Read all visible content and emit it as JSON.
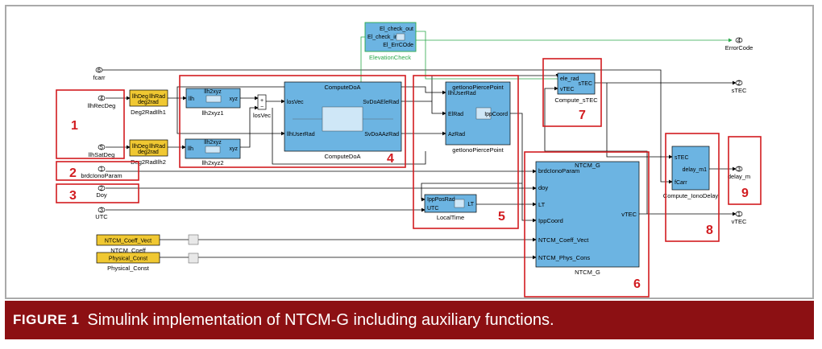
{
  "ports": {
    "fcarr_num": "6",
    "fcarr": "fcarr",
    "llhRecDeg_num": "4",
    "llhRecDeg": "llhRecDeg",
    "llhSatDeg_num": "5",
    "llhSatDeg": "llhSatDeg",
    "brdcIonoParam_num": "1",
    "brdcIonoParam": "brdcIonoParam",
    "Doy_num": "2",
    "Doy": "Doy",
    "UTC_num": "3",
    "UTC": "UTC",
    "ErrorCode_num": "4",
    "ErrorCode": "ErrorCode",
    "sTEC_num": "2",
    "sTEC": "sTEC",
    "delay_m_num": "3",
    "delay_m": "delay_m",
    "vTEC_num": "1",
    "vTEC": "vTEC"
  },
  "blocks": {
    "deg2rad": {
      "in": "llhDeg",
      "out": "llhRad",
      "mid": "deg2rad",
      "name1": "Deg2RadIlh1",
      "name2": "Deg2RadIlh2"
    },
    "llh2xyz": {
      "title": "llh2xyz",
      "in": "llh",
      "out": "xyz",
      "name1": "llh2xyz1",
      "name2": "llh2xyz2"
    },
    "losVec": {
      "name": "losVec"
    },
    "computeDoA": {
      "title": "ComputeDoA",
      "in1": "losVec",
      "in2": "llhUserRad",
      "out1": "SvDoAEleRad",
      "out2": "SvDoAAzRad",
      "name": "ComputeDoA"
    },
    "elevationCheck": {
      "in": "El_check_in",
      "out1": "El_check_out",
      "out2": "El_ErrCOde",
      "name": "ElevationCheck"
    },
    "ipp": {
      "title": "getIonoPiercePoint",
      "in1": "llhUserRad",
      "in2": "ElRad",
      "in3": "AzRad",
      "out": "IppCoord",
      "name": "getIonoPiercePoint"
    },
    "localTime": {
      "in1": "IppPosRad",
      "in2": "UTC",
      "out": "LT",
      "name": "LocalTime"
    },
    "computeSTEC": {
      "in1": "ele_rad",
      "in2": "vTEC",
      "out": "sTEC",
      "name": "Compute_sTEC"
    },
    "ntcm": {
      "title": "NTCM_G",
      "in1": "brdcIonoParam",
      "in2": "doy",
      "in3": "LT",
      "in4": "IppCoord",
      "in5": "NTCM_Coeff_Vect",
      "in6": "NTCM_Phys_Cons",
      "out": "vTEC",
      "name": "NTCM_G"
    },
    "ionoDelay": {
      "in1": "sTEC",
      "in2": "fCarr",
      "out": "delay_m1",
      "name": "Compute_IonoDelay"
    },
    "coeff": {
      "text": "NTCM_Coeff_Vect",
      "name": "NTCM_Coeff"
    },
    "phys": {
      "text": "Physical_Const",
      "name": "Physical_Const"
    }
  },
  "annotations": [
    "1",
    "2",
    "3",
    "4",
    "5",
    "6",
    "7",
    "8",
    "9"
  ],
  "colors": {
    "block": "#6cb4e2",
    "const_block": "#f0c832",
    "annotation": "#d21c20",
    "caption_bg": "#8c1013",
    "green": "#2aa84a"
  },
  "caption": {
    "label": "FIGURE 1",
    "text": "Simulink implementation of NTCM-G including auxiliary functions."
  }
}
